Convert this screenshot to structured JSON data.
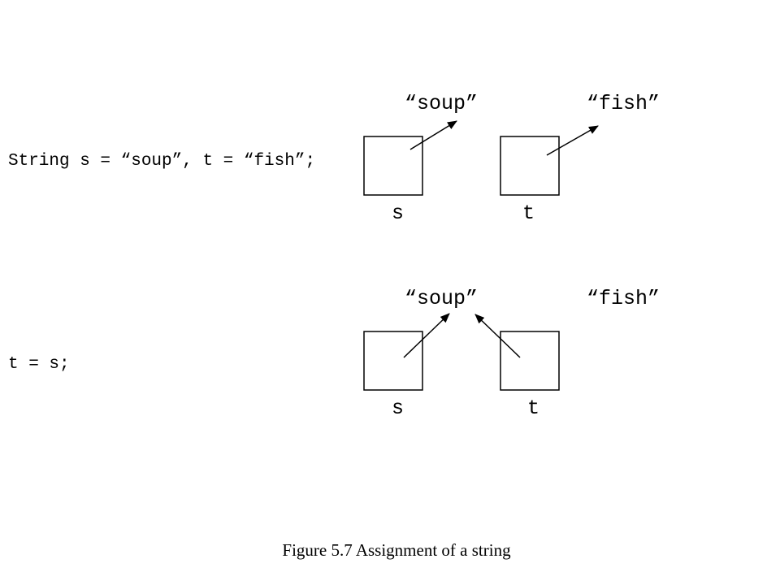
{
  "scenes": [
    {
      "code": "String s = “soup”, t = “fish”;",
      "strings": [
        "“soup”",
        "“fish”"
      ],
      "variables": [
        "s",
        "t"
      ]
    },
    {
      "code": "t = s;",
      "strings": [
        "“soup”",
        "“fish”"
      ],
      "variables": [
        "s",
        "t"
      ]
    }
  ],
  "caption": "Figure 5.7 Assignment of a string"
}
